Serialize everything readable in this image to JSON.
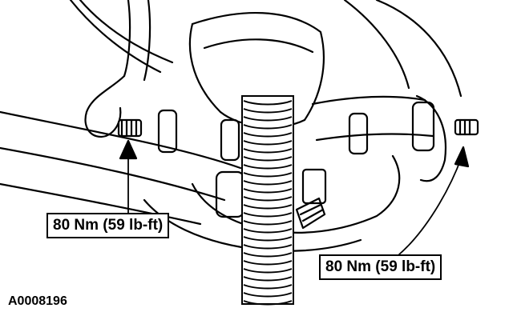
{
  "callouts": {
    "left_torque": "80 Nm (59 lb-ft)",
    "right_torque": "80 Nm (59 lb-ft)"
  },
  "figure_id": "A0008196"
}
